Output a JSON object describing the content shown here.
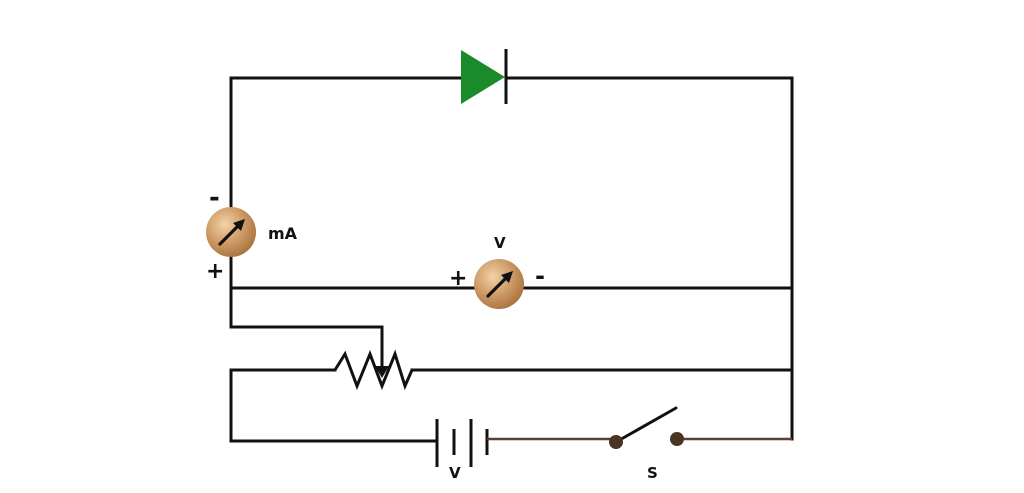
{
  "diagram": {
    "diode": {
      "color": "#1a8a2a"
    },
    "ammeter": {
      "label": "mA",
      "minus_sign": "-",
      "plus_sign": "+",
      "icon": "meter-dial-icon",
      "color": "#cd9a64"
    },
    "voltmeter": {
      "label": "V",
      "plus_sign": "+",
      "minus_sign": "-",
      "icon": "meter-dial-icon",
      "color": "#cd9a64"
    },
    "battery": {
      "label": "V"
    },
    "switch": {
      "label": "S",
      "color": "#4a3422"
    },
    "wire_colors": {
      "main": "#111111",
      "battery_branch": "#5a4030"
    }
  }
}
